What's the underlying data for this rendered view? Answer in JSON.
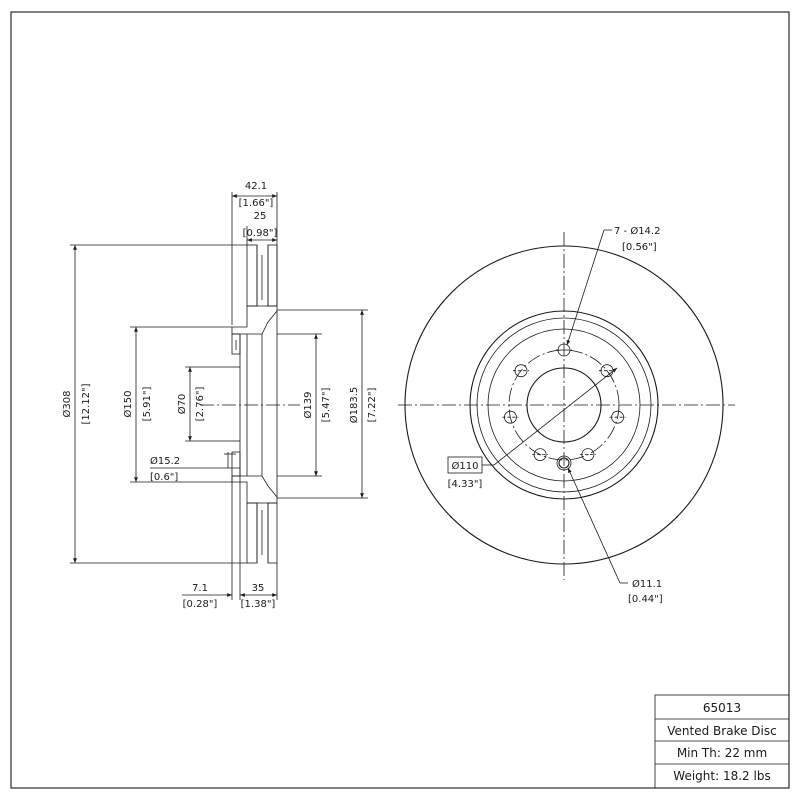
{
  "part_number": "65013",
  "part_type": "Vented Brake Disc",
  "min_thickness": "Min Th: 22 mm",
  "weight": "Weight: 18.2 lbs",
  "dimensions": {
    "overall_height": {
      "mm": "42.1",
      "in": "[1.66\"]"
    },
    "disc_thickness": {
      "mm": "25",
      "in": "[0.98\"]"
    },
    "outer_diameter": {
      "mm": "Ø308",
      "in": "[12.12\"]"
    },
    "hat_outer_diameter": {
      "mm": "Ø150",
      "in": "[5.91\"]"
    },
    "center_bore": {
      "mm": "Ø70",
      "in": "[2.76\"]"
    },
    "small_hole": {
      "mm": "Ø15.2",
      "in": "[0.6\"]"
    },
    "hub_diameter": {
      "mm": "Ø139",
      "in": "[5.47\"]"
    },
    "inner_friction_diameter": {
      "mm": "Ø183.5",
      "in": "[7.22\"]"
    },
    "hat_thickness": {
      "mm": "7.1",
      "in": "[0.28\"]"
    },
    "hat_depth": {
      "mm": "35",
      "in": "[1.38\"]"
    },
    "bolt_holes": {
      "mm": "7 - Ø14.2",
      "in": "[0.56\"]"
    },
    "bolt_circle": {
      "mm": "Ø110",
      "in": "[4.33\"]"
    },
    "locator_hole": {
      "mm": "Ø11.1",
      "in": "[0.44\"]"
    }
  }
}
